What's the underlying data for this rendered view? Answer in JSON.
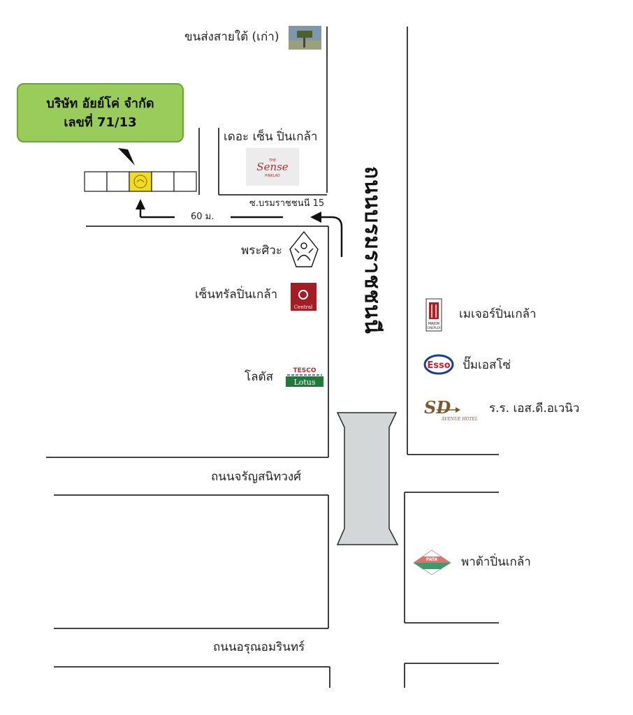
{
  "company": {
    "name": "บริษัท อัยย์โค่ จำกัด",
    "address": "เลขที่ 71/13"
  },
  "roads": {
    "main": "ถนนบรมราชชนนี",
    "soi": "ซ.บรมราชชนนี 15",
    "distance": "60 ม.",
    "jaran": "ถนนจรัญสนิทวงศ์",
    "arun": "ถนนอรุณอมรินทร์"
  },
  "landmarks": {
    "khonsong": "ขนส่งสายใต้ (เก่า)",
    "thesense": "เดอะ เซ็น ปิ่นเกล้า",
    "phrasiwa": "พระศิวะ",
    "central": "เซ็นทรัลปิ่นเกล้า",
    "lotus": "โลตัส",
    "major": "เมเจอร์ปิ่นเกล้า",
    "esso": "ปั๊มเอสโซ่",
    "sd": "ร.ร. เอส.ดี.อเวนิว",
    "pata": "พาต้าปิ่นเกล้า"
  },
  "logos": {
    "sense_small": "THE",
    "sense": "Sense",
    "sense_sub": "PINKLAO",
    "central": "Central",
    "tesco": "TESCO",
    "lotus": "Lotus",
    "major": "MAJOR",
    "major_sub": "CINEPLEX",
    "esso": "Esso",
    "sd": "SD",
    "sd_sub": "AVENUE HOTEL",
    "pata": "PATA"
  },
  "colors": {
    "callout_bg": "#99cc5a",
    "highlight": "#f2dc1e",
    "overpass": "#d4d7d7",
    "line": "#2a2a2a"
  }
}
